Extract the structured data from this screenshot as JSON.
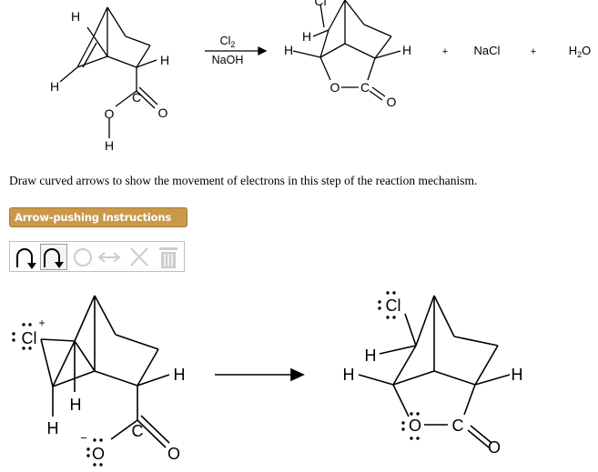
{
  "reaction": {
    "reagent_top": "Cl",
    "reagent_top_sub": "2",
    "reagent_bottom": "NaOH",
    "plus_1": "+",
    "plus_2": "+",
    "byproduct_1": "NaCl",
    "byproduct_2_main": "H",
    "byproduct_2_sub": "2",
    "byproduct_2_end": "O",
    "atoms": {
      "H": "H",
      "O": "O",
      "C": "C",
      "Cl": "Cl"
    }
  },
  "instruction": "Draw curved arrows to show the movement of electrons in this step of the reaction mechanism.",
  "help_button": "Arrow-pushing Instructions",
  "toolbar": {
    "tools": [
      {
        "icon": "curved-arrow-single-icon",
        "state": "normal"
      },
      {
        "icon": "curved-arrow-double-icon",
        "state": "selected"
      },
      {
        "icon": "rotate-icon",
        "state": "disabled"
      },
      {
        "icon": "double-arrow-icon",
        "state": "disabled"
      },
      {
        "icon": "delete-x-icon",
        "state": "disabled"
      },
      {
        "icon": "trash-icon",
        "state": "disabled"
      }
    ]
  },
  "mechanism": {
    "left": {
      "charge": "+",
      "anion_charge": "−"
    },
    "right": {}
  },
  "colors": {
    "button_bg": "#c9984a",
    "toolbar_border": "#bfbfbf",
    "disabled_icon": "#cccccc"
  }
}
